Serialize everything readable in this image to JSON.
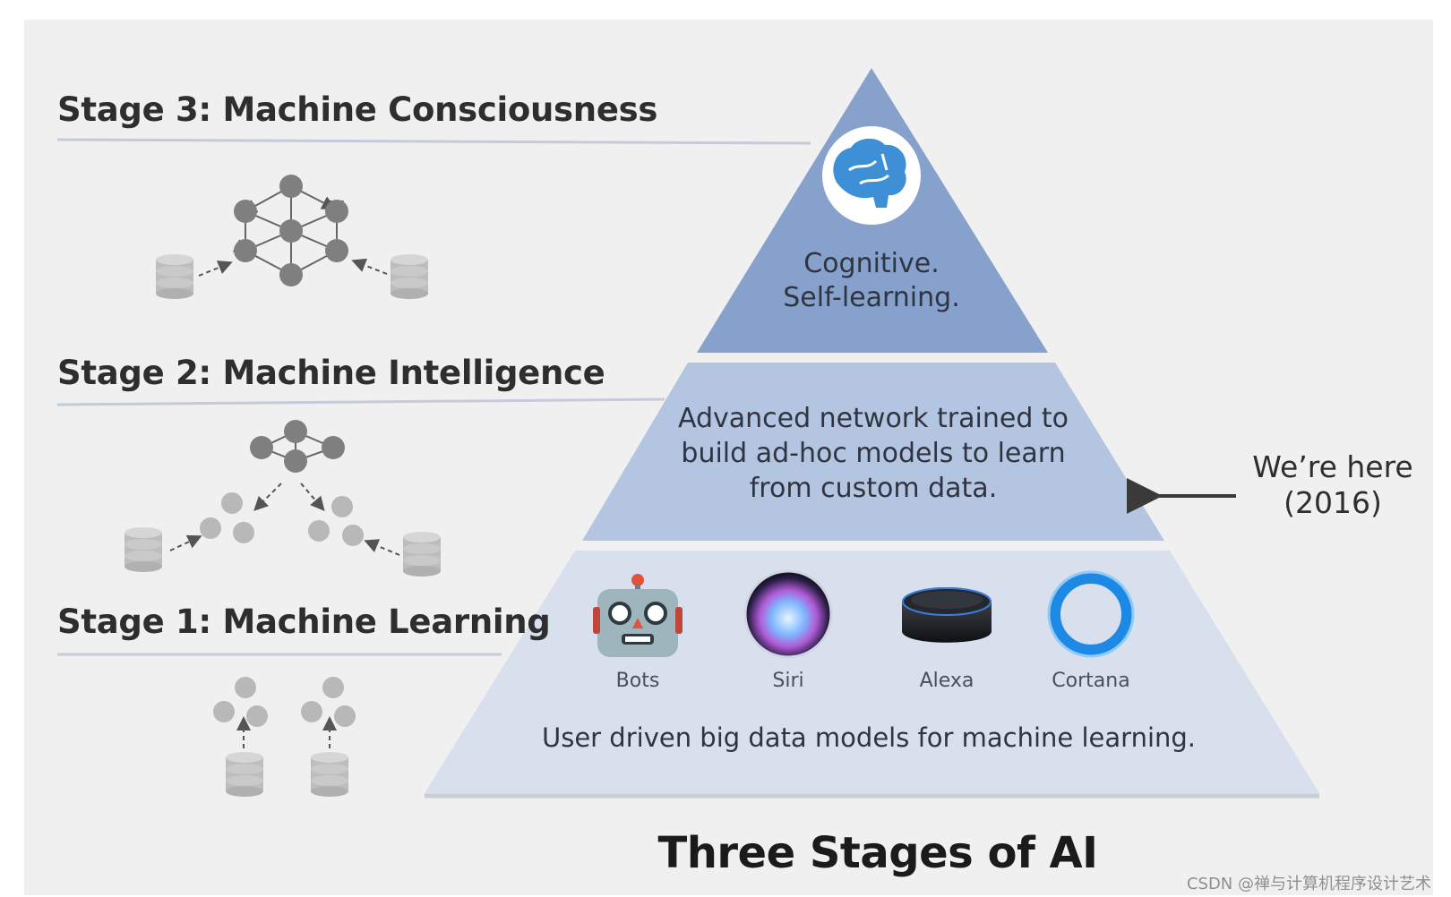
{
  "stages": [
    {
      "title": "Stage 3: Machine Consciousness"
    },
    {
      "title": "Stage 2: Machine Intelligence"
    },
    {
      "title": "Stage 1: Machine Learning"
    }
  ],
  "pyramid": {
    "top_text": "Cognitive.\nSelf-learning.",
    "middle_text": "Advanced network trained to\nbuild ad-hoc models to learn\nfrom custom data.",
    "bottom_text": "User driven big data models for machine learning.",
    "assistants": [
      "Bots",
      "Siri",
      "Alexa",
      "Cortana"
    ],
    "colors": {
      "top": "#87a1cd",
      "middle": "#b4c5e2",
      "bottom": "#d8e0ee"
    }
  },
  "marker": "We’re here\n(2016)",
  "caption": "Three Stages of AI",
  "watermark": "CSDN @禅与计算机程序设计艺术",
  "icons": [
    "brain-icon",
    "robot-icon",
    "siri-icon",
    "alexa-echo-icon",
    "cortana-ring-icon",
    "network-graph-icon",
    "database-icon"
  ]
}
